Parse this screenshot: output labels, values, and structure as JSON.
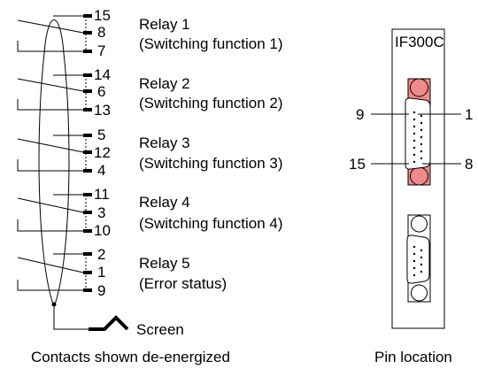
{
  "relays": [
    {
      "name": "Relay 1",
      "function": "(Switching function 1)",
      "pins": [
        "15",
        "8",
        "7"
      ]
    },
    {
      "name": "Relay 2",
      "function": "(Switching function 2)",
      "pins": [
        "14",
        "6",
        "13"
      ]
    },
    {
      "name": "Relay 3",
      "function": "(Switching function 3)",
      "pins": [
        "5",
        "12",
        "4"
      ]
    },
    {
      "name": "Relay 4",
      "function": "(Switching function 4)",
      "pins": [
        "11",
        "3",
        "10"
      ]
    },
    {
      "name": "Relay 5",
      "function": "(Error status)",
      "pins": [
        "2",
        "1",
        "9"
      ]
    }
  ],
  "screen_label": "Screen",
  "left_caption": "Contacts shown de-energized",
  "device": {
    "model": "IF300C",
    "pin_labels": {
      "top_left": "9",
      "top_right": "1",
      "bottom_left": "15",
      "bottom_right": "8"
    },
    "caption": "Pin location"
  },
  "colors": {
    "connector_highlight": "#f08a8a",
    "panel_stroke": "#000000"
  }
}
